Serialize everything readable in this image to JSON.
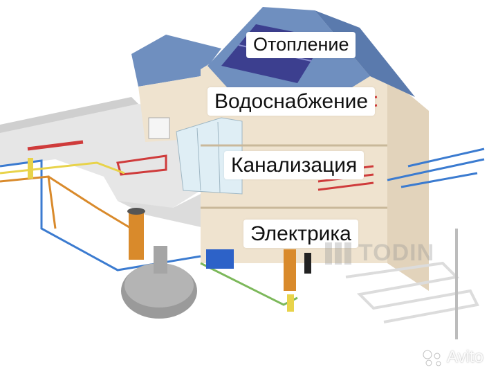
{
  "labels": {
    "heating": "Отопление",
    "water_supply": "Водоснабжение",
    "sewerage": "Канализация",
    "electrics": "Электрика"
  },
  "watermark": {
    "text": "TODIN"
  },
  "avito": {
    "text": "Avito"
  },
  "colors": {
    "roof": "#6f8fbf",
    "wall": "#efe3cf",
    "heating_pipe": "#cf3b3b",
    "cold_pipe": "#3b7bd0",
    "sewer_pipe": "#d98a2b",
    "electric_line": "#e8d34a"
  }
}
